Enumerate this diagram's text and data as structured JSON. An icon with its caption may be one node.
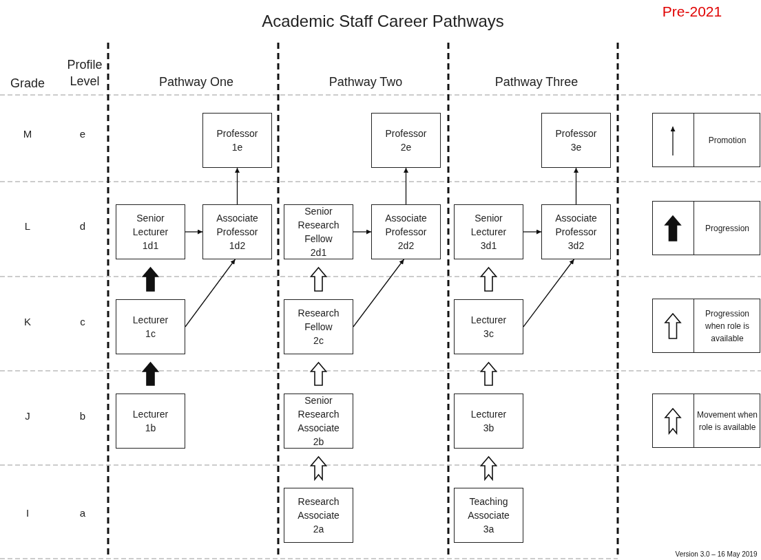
{
  "diagram": {
    "title": "Academic Staff Career Pathways",
    "nodes": [
      {
        "text": [
          "Professor",
          "1e"
        ]
      },
      {
        "text": [
          "Professor",
          "2e"
        ]
      },
      {
        "text": [
          "Professor",
          "3e"
        ]
      },
      {
        "text": [
          "Senior Lecturer",
          "1d1"
        ]
      },
      {
        "text": [
          "Associate Professor",
          "1d2"
        ]
      },
      {
        "text": [
          "Senior Research Fellow",
          "2d1"
        ]
      },
      {
        "text": [
          "Associate Professor",
          "2d2"
        ]
      },
      {
        "text": [
          "Senior Lecturer",
          "3d1"
        ]
      },
      {
        "text": [
          "Associate Professor",
          "3d2"
        ]
      },
      {
        "text": [
          "Lecturer",
          "1c"
        ]
      },
      {
        "text": [
          "Research Fellow",
          "2c"
        ]
      },
      {
        "text": [
          "Lecturer",
          "3c"
        ]
      },
      {
        "text": [
          "Lecturer",
          "1b"
        ]
      },
      {
        "text": [
          "Senior Research Associate",
          "2b"
        ]
      },
      {
        "text": [
          "Lecturer",
          "3b"
        ]
      },
      {
        "text": [
          "Research Associate",
          "2a"
        ]
      },
      {
        "text": [
          "Teaching Associate",
          "3a"
        ]
      }
    ],
    "edges": [
      {
        "from": 4,
        "to": 0,
        "arrow": "to"
      },
      {
        "from": 6,
        "to": 1,
        "arrow": "to"
      },
      {
        "from": 8,
        "to": 2,
        "arrow": "to"
      },
      {
        "from": 3,
        "to": 4,
        "arrow": "to"
      },
      {
        "from": 5,
        "to": 6,
        "arrow": "to"
      },
      {
        "from": 7,
        "to": 8,
        "arrow": "to"
      },
      {
        "from": 9,
        "to": 4,
        "arrow": "to"
      },
      {
        "from": 10,
        "to": 6,
        "arrow": "to"
      },
      {
        "from": 11,
        "to": 8,
        "arrow": "to"
      },
      {
        "from": 9,
        "to": 3,
        "arrow": "to",
        "style": "thick"
      },
      {
        "from": 12,
        "to": 9,
        "arrow": "to",
        "style": "thick"
      },
      {
        "from": 10,
        "to": 5,
        "arrow": "to",
        "style": "thick"
      },
      {
        "from": 13,
        "to": 10,
        "arrow": "to",
        "style": "thick"
      },
      {
        "from": 15,
        "to": 13,
        "arrow": "to",
        "style": "thick"
      },
      {
        "from": 11,
        "to": 7,
        "arrow": "to",
        "style": "thick"
      },
      {
        "from": 14,
        "to": 11,
        "arrow": "to",
        "style": "thick"
      },
      {
        "from": 16,
        "to": 14,
        "arrow": "to",
        "style": "thick"
      }
    ],
    "labels": [
      "Pre-2021",
      "Grade",
      "Profile Level",
      "Pathway One",
      "Pathway Two",
      "Pathway Three",
      "M",
      "e",
      "L",
      "d",
      "K",
      "c",
      "J",
      "b",
      "I",
      "a",
      "Version 3.0 – 16 May 2019"
    ],
    "legend": [
      {
        "text": "Promotion"
      },
      {
        "text": "Progression"
      },
      {
        "text": "Progression when role is available"
      },
      {
        "text": "Movement when role is available"
      }
    ]
  }
}
